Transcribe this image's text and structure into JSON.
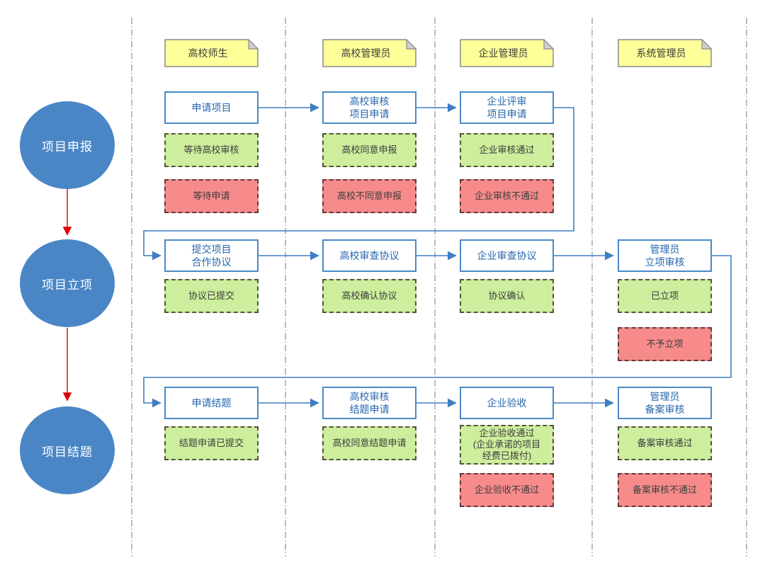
{
  "diagram": {
    "type": "swimlane-flowchart",
    "colors": {
      "phase_circle_fill": "#4a86c6",
      "phase_circle_text": "#ffffff",
      "lane_note_fill": "#ffff99",
      "lane_note_border": "#8c8c8c",
      "note_fold_fill": "#cfcfcf",
      "step_border": "#4a89c8",
      "step_text": "#2867ae",
      "success_fill": "#cdee9d",
      "fail_fill": "#f78b8b",
      "status_border": "#4f4f45",
      "connector_blue": "#3f7ec3",
      "phase_arrow_red": "#e00000",
      "lane_separator_gray": "#9a9a9a"
    },
    "phases": [
      {
        "label": "项目申报"
      },
      {
        "label": "项目立项"
      },
      {
        "label": "项目结题"
      }
    ],
    "lanes": [
      {
        "label": "高校师生"
      },
      {
        "label": "高校管理员"
      },
      {
        "label": "企业管理员"
      },
      {
        "label": "系统管理员"
      }
    ],
    "rows": [
      {
        "phase": "项目申报",
        "cols": [
          {
            "step": "申请项目",
            "success": "等待高校审核",
            "fail": "等待申请"
          },
          {
            "step": "高校审核\n项目申请",
            "success": "高校同意申报",
            "fail": "高校不同意申报"
          },
          {
            "step": "企业评审\n项目申请",
            "success": "企业审核通过",
            "fail": "企业审核不通过"
          },
          {}
        ]
      },
      {
        "phase": "项目立项",
        "cols": [
          {
            "step": "提交项目\n合作协议",
            "success": "协议已提交"
          },
          {
            "step": "高校审查协议",
            "success": "高校确认协议"
          },
          {
            "step": "企业审查协议",
            "success": "协议确认"
          },
          {
            "step": "管理员\n立项审核",
            "success": "已立项",
            "fail": "不予立项"
          }
        ]
      },
      {
        "phase": "项目结题",
        "cols": [
          {
            "step": "申请结题",
            "success": "结题申请已提交"
          },
          {
            "step": "高校审核\n结题申请",
            "success": "高校同意结题申请"
          },
          {
            "step": "企业验收",
            "success": "企业验收通过\n(企业承诺的项目\n经费已拨付)",
            "fail": "企业验收不通过"
          },
          {
            "step": "管理员\n备案审核",
            "success": "备案审核通过",
            "fail": "备案审核不通过"
          }
        ]
      }
    ]
  }
}
